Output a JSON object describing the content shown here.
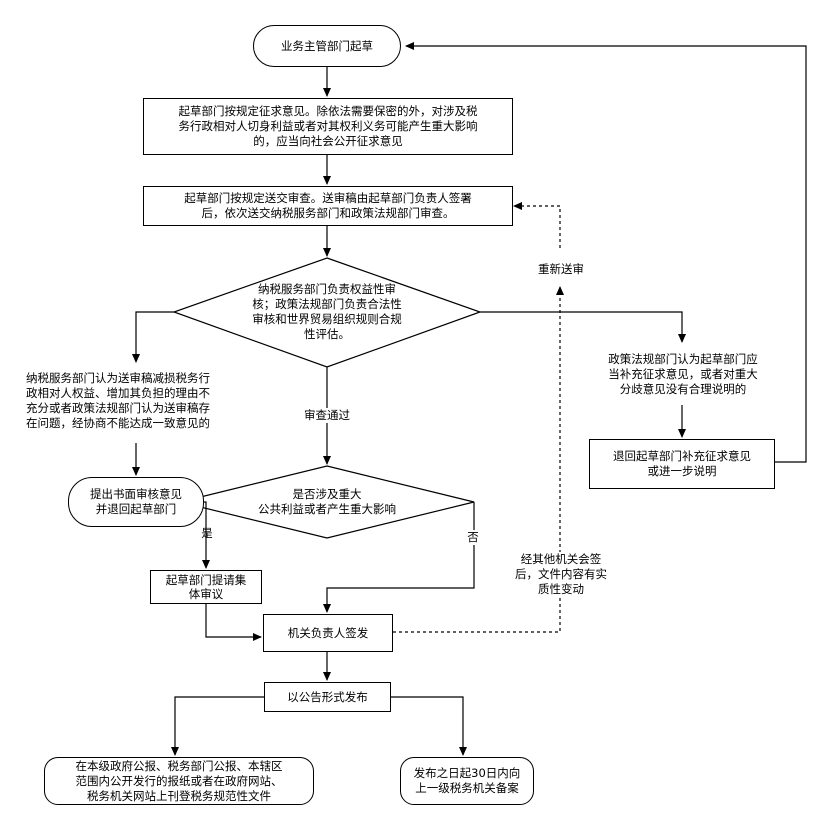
{
  "nodes": {
    "start": "业务主管部门起草",
    "solicit": "起草部门按规定征求意见。除依法需要保密的外，对涉及税\n务行政相对人切身利益或者对其权利义务可能产生重大影响\n的，应当向社会公开征求意见",
    "submit": "起草部门按规定送交审查。送审稿由起草部门负责人签署\n后，依次送交纳税服务部门和政策法规部门审查。",
    "review_diamond": "纳税服务部门负责权益性审\n核；政策法规部门负责合法性\n审核和世界贸易组织规则合规\n性评估。",
    "reject_condition": "纳税服务部门认为送审稿减损税务行\n政相对人权益、增加其负担的理由不\n充分或者政策法规部门认为送审稿存\n在问题，经协商不能达成一致意见的",
    "written_opinion": "提出书面审核意见\n并退回起草部门",
    "supplement_condition": "政策法规部门认为起草部门应\n当补充征求意见，或者对重大\n分歧意见没有合理说明的",
    "return_supplement": "退回起草部门补充征求意见\n或进一步说明",
    "major_diamond": "是否涉及重大\n公共利益或者产生重大影响",
    "collective": "起草部门提请集\n体审议",
    "sign": "机关负责人签发",
    "publish": "以公告形式发布",
    "publish_channels": "在本级政府公报、税务部门公报、本辖区\n范围内公开发行的报纸或者在政府网站、\n税务机关网站上刊登税务规范性文件",
    "filing": "发布之日起30日内向\n上一级税务机关备案",
    "cosign_note": "经其他机关会签\n后，文件内容有实\n质性变动"
  },
  "labels": {
    "pass": "审查通过",
    "yes": "是",
    "no": "否",
    "resubmit": "重新送审"
  }
}
